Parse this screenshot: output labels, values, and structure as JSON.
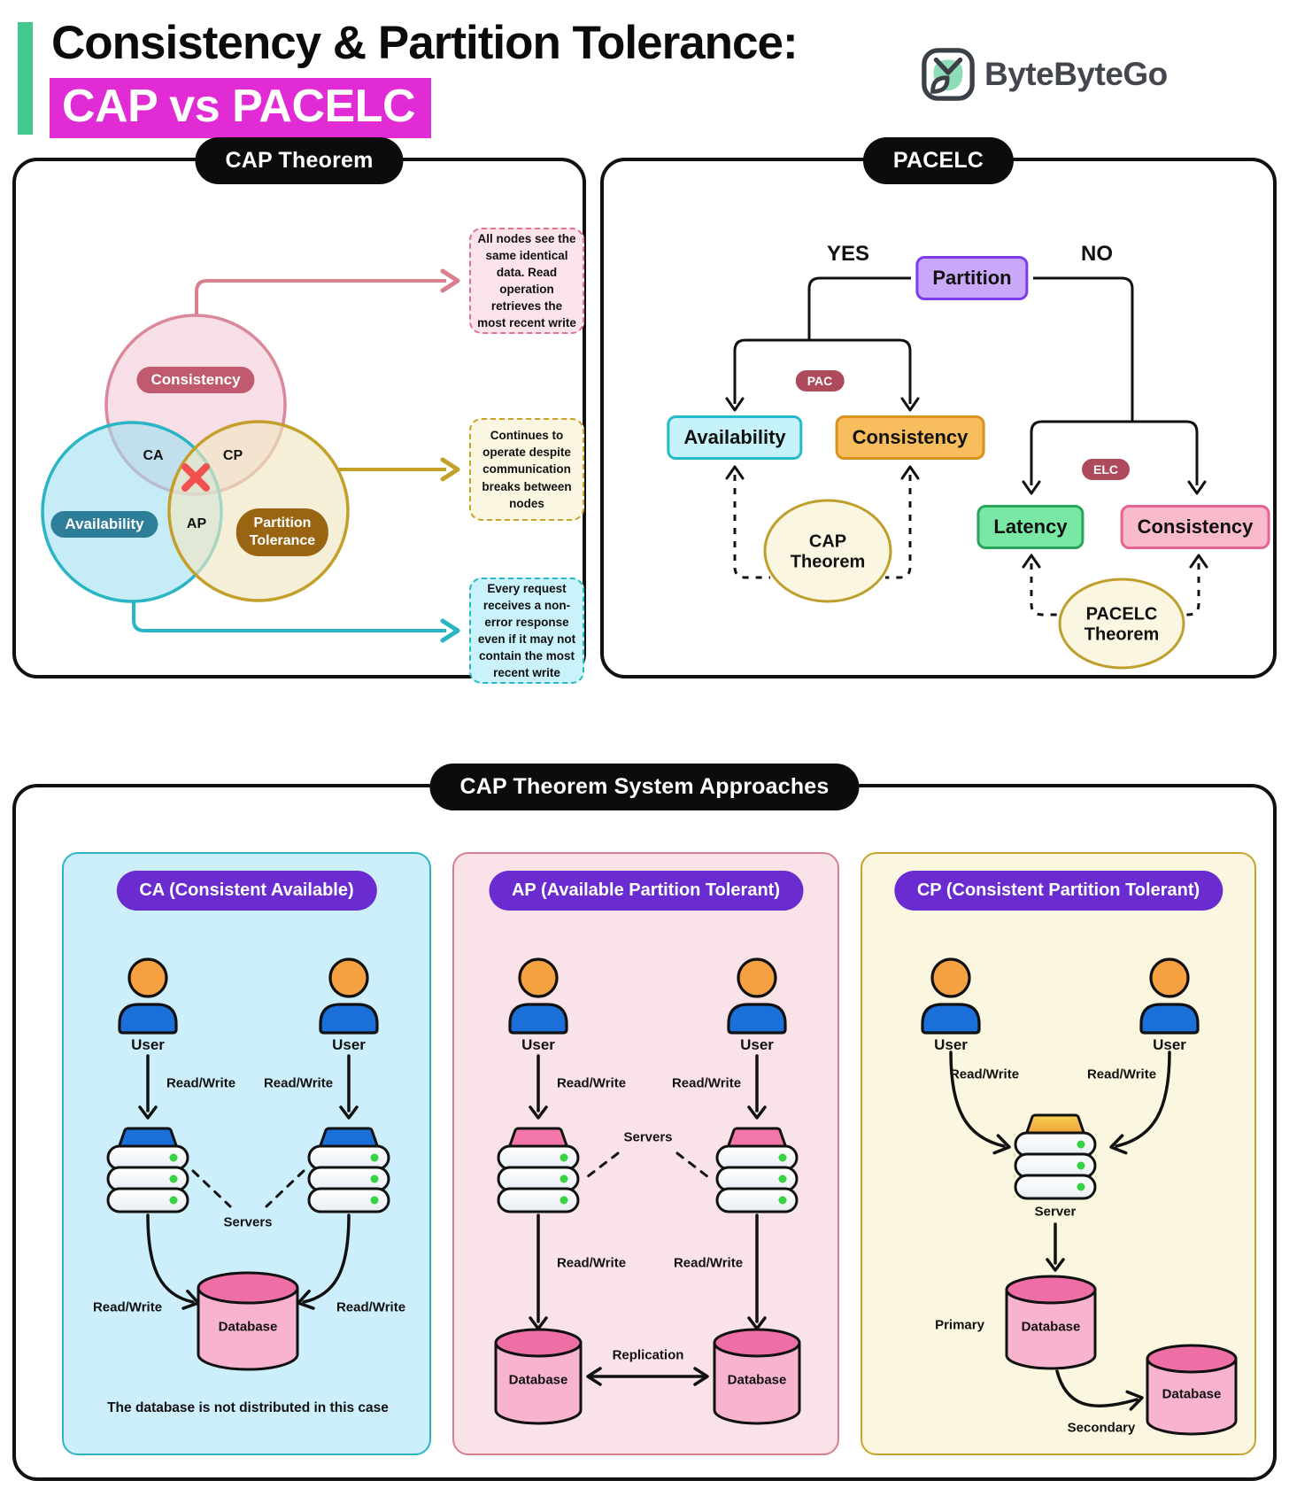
{
  "header": {
    "title_line1": "Consistency & Partition Tolerance:",
    "title_line2": "CAP vs PACELC",
    "brand": "ByteByteGo",
    "accent_green": "#41c98e",
    "highlight_magenta": "#e12bd4"
  },
  "cap_panel": {
    "title": "CAP Theorem",
    "venn": {
      "consistency": "Consistency",
      "availability": "Availability",
      "partition_line1": "Partition",
      "partition_line2": "Tolerance",
      "ca": "CA",
      "cp": "CP",
      "ap": "AP"
    },
    "notes": [
      {
        "id": "consistency-note",
        "text": "All nodes see the same identical data. Read operation retrieves the most recent write",
        "color": "#e0718f"
      },
      {
        "id": "partition-note",
        "text": "Continues to operate despite communication breaks between nodes",
        "color": "#c9a22c"
      },
      {
        "id": "availability-note",
        "text": "Every request receives a non-error response even if it may not contain the most recent write",
        "color": "#2ab5c4"
      }
    ]
  },
  "pacelc_panel": {
    "title": "PACELC",
    "yes": "YES",
    "no": "NO",
    "partition": "Partition",
    "pac": "PAC",
    "elc": "ELC",
    "availability": "Availability",
    "consistency_pac": "Consistency",
    "latency": "Latency",
    "consistency_elc": "Consistency",
    "cap_theorem_line1": "CAP",
    "cap_theorem_line2": "Theorem",
    "pacelc_theorem_line1": "PACELC",
    "pacelc_theorem_line2": "Theorem"
  },
  "approaches": {
    "title": "CAP Theorem System Approaches",
    "ca": {
      "title": "CA (Consistent Available)",
      "user": "User",
      "read_write": "Read/Write",
      "servers": "Servers",
      "database": "Database",
      "caption": "The database is not distributed in this case"
    },
    "ap": {
      "title": "AP (Available Partition Tolerant)",
      "user": "User",
      "read_write": "Read/Write",
      "servers": "Servers",
      "database": "Database",
      "replication": "Replication"
    },
    "cp": {
      "title": "CP (Consistent Partition Tolerant)",
      "user": "User",
      "read_write": "Read/Write",
      "server": "Server",
      "database": "Database",
      "primary": "Primary",
      "secondary": "Secondary"
    }
  }
}
